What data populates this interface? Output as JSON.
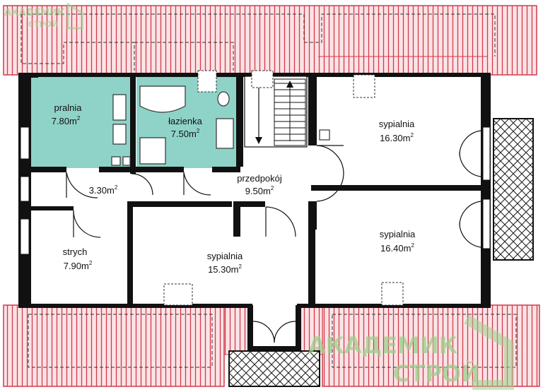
{
  "rooms": [
    {
      "id": "pralnia",
      "name": "pralnia",
      "area": "7.80m",
      "sup": "2"
    },
    {
      "id": "lazienka",
      "name": "łazienka",
      "area": "7.50m",
      "sup": "2"
    },
    {
      "id": "korytarz",
      "name": "",
      "area": "3.30m",
      "sup": "2"
    },
    {
      "id": "przedpokoj",
      "name": "przedpokój",
      "area": "9.50m",
      "sup": "2"
    },
    {
      "id": "sypialnia1",
      "name": "sypialnia",
      "area": "16.30m",
      "sup": "2"
    },
    {
      "id": "sypialnia2",
      "name": "sypialnia",
      "area": "16.40m",
      "sup": "2"
    },
    {
      "id": "strych",
      "name": "strych",
      "area": "7.90m",
      "sup": "2"
    },
    {
      "id": "sypialnia3",
      "name": "sypialnia",
      "area": "15.30m",
      "sup": "2"
    }
  ],
  "watermark": {
    "line1": "АКАДЕМИК",
    "line2": "СТРОЙ",
    "corner_line1": "АКАДЕМИК",
    "corner_line2": "СТРОЙ"
  },
  "colors": {
    "roof_fill": "#fbe3e6",
    "roof_lines": "#d23a4a",
    "wet_room_fill": "#8fd3c8",
    "wall": "#111111",
    "watermark": "#9ccf8a"
  }
}
